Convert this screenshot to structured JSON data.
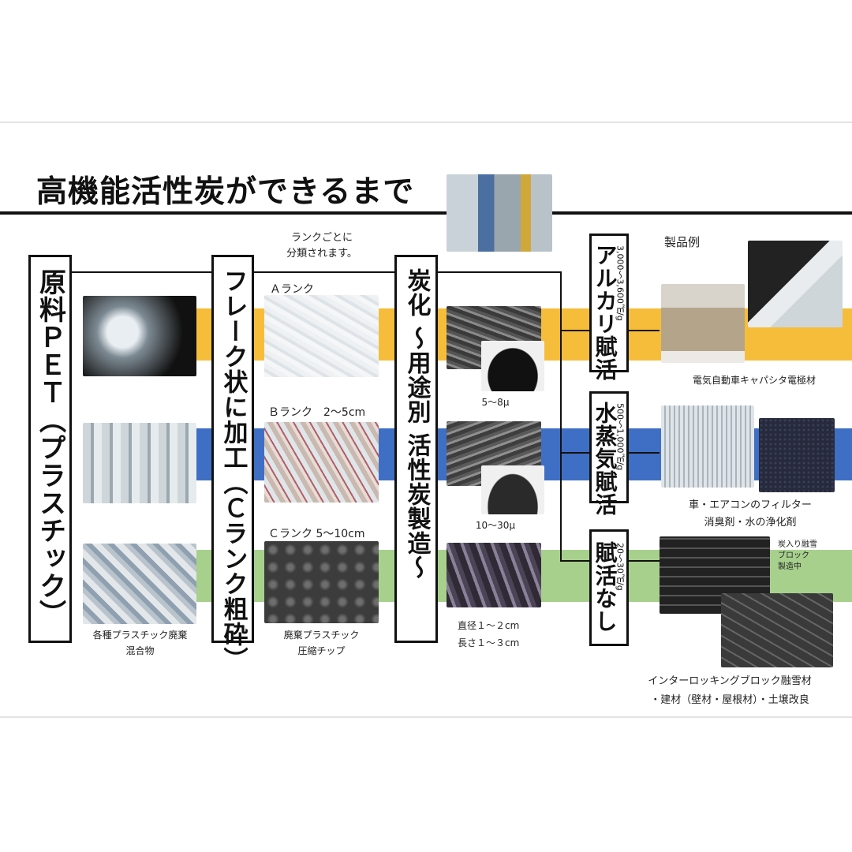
{
  "title": "高機能活性炭ができるまで",
  "rank_note": [
    "ランクごとに",
    "分類されます。"
  ],
  "products_heading": "製品例",
  "stages": {
    "raw": "原料ＰＥＴ（プラスチック）",
    "flake": "フレーク状に加工（Ｃランク粗砕）",
    "carbon": "炭化 ～用途別 活性炭製造～"
  },
  "ranks": {
    "a": "Ａランク",
    "b": "Ｂランク　2～5cm",
    "c": "Ｃランク 5～10cm"
  },
  "activation": [
    {
      "label": "アルカリ賦活",
      "spec": "3,000～3,600㎡/g"
    },
    {
      "label": "水蒸気賦活",
      "spec": "500～1,000㎡/g"
    },
    {
      "label": "賦活なし",
      "spec": "20～30㎡/g"
    }
  ],
  "sizes": {
    "alkali": "5～8μ",
    "steam": "10～30μ",
    "none": [
      "直径１～２cm",
      "長さ１～３cm"
    ]
  },
  "captions": {
    "raw": [
      "各種プラスチック廃棄",
      "混合物"
    ],
    "flake": [
      "廃棄プラスチック",
      "圧縮チップ"
    ],
    "capacitor": "電気自動車キャパシタ電極材",
    "filter": [
      "車・エアコンのフィルター",
      "消臭剤・水の浄化剤"
    ],
    "block_note": [
      "炭入り融雪",
      "ブロック",
      "製造中"
    ],
    "block": [
      "インターロッキングブロック融雪材",
      "・建材（壁材・屋根材）・土壌改良"
    ]
  },
  "bands": {
    "row1": "#f6bd3b",
    "row2": "#3f6fc4",
    "row3": "#a8d08d"
  }
}
